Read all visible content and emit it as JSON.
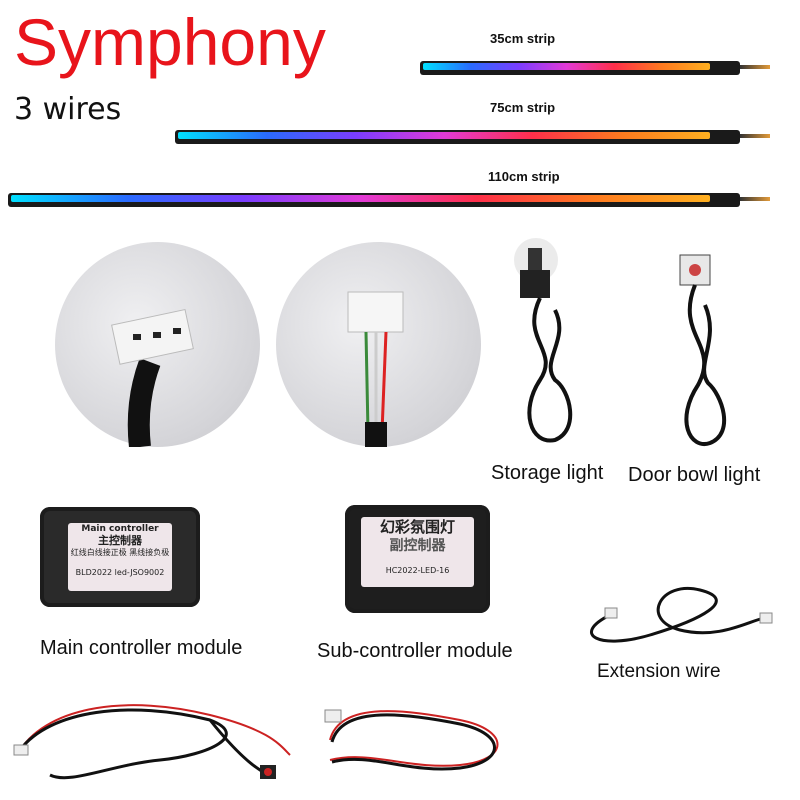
{
  "title": "Symphony",
  "subtitle": "3 wires",
  "strips": [
    {
      "label": "35cm strip"
    },
    {
      "label": "75cm strip"
    },
    {
      "label": "110cm strip"
    }
  ],
  "lights": {
    "storage": "Storage light",
    "door_bowl": "Door bowl light"
  },
  "main_controller": {
    "caption": "Main controller module",
    "label_en": "Main controller",
    "label_cn": "主控制器",
    "label_note": "红线白线接正极 黑线接负极",
    "label_code": "BLD2022 led-JSO9002"
  },
  "sub_controller": {
    "caption": "Sub-controller module",
    "label_cn1": "幻彩氛围灯",
    "label_cn2": "副控制器",
    "label_code": "HC2022-LED-16"
  },
  "extension": {
    "caption": "Extension wire"
  },
  "colors": {
    "title": "#e8141b"
  }
}
